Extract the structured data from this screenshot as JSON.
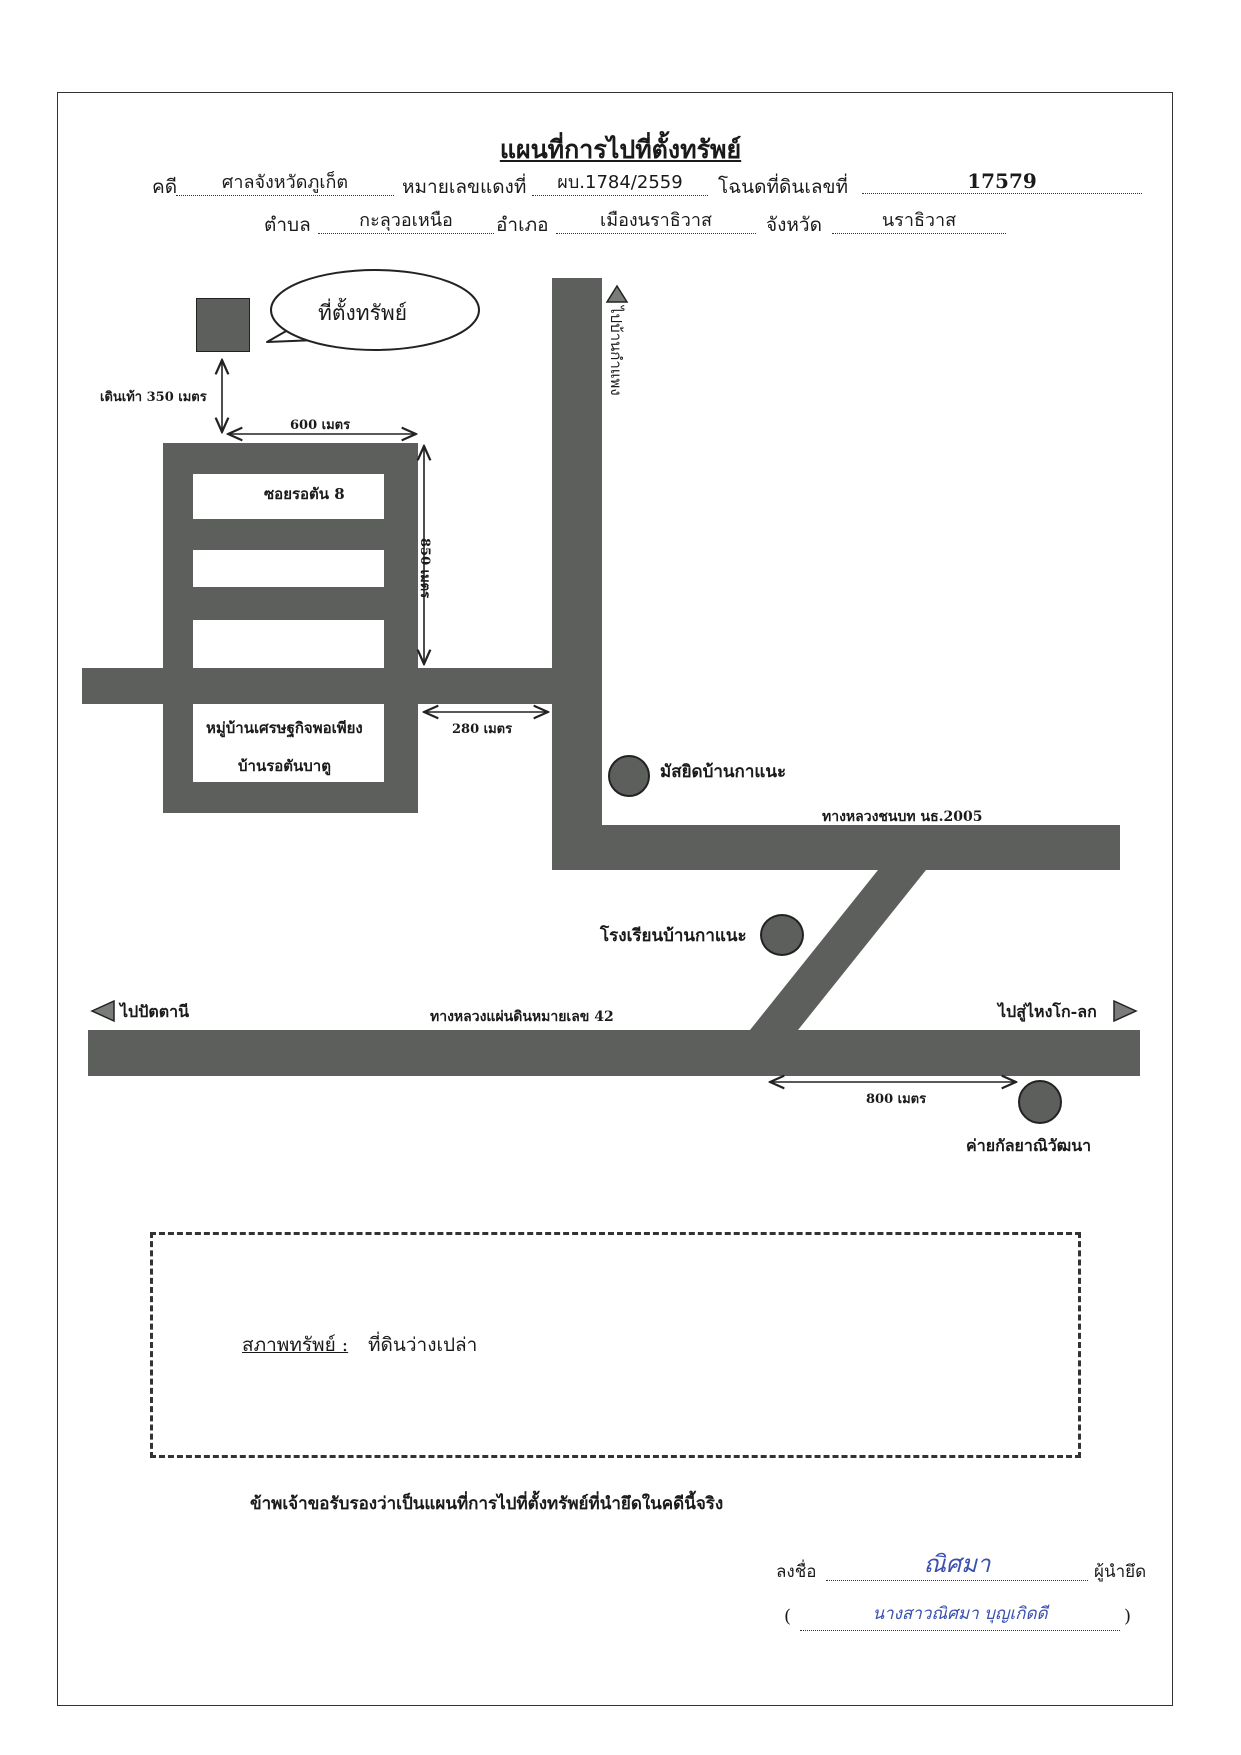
{
  "document": {
    "title": "แผนที่การไปที่ตั้งทรัพย์",
    "case_label": "คดี",
    "case_value": "ศาลจังหวัดภูเก็ต",
    "red_no_label": "หมายเลขแดงที่",
    "red_no_value": "ผบ.1784/2559",
    "deed_label": "โฉนดที่ดินเลขที่",
    "deed_value": "17579",
    "subdistrict_label": "ตำบล",
    "subdistrict_value": "กะลุวอเหนือ",
    "district_label": "อำเภอ",
    "district_value": "เมืองนราธิวาส",
    "province_label": "จังหวัด",
    "province_value": "นราธิวาส"
  },
  "map": {
    "property_bubble": "ที่ตั้งทรัพย์",
    "walk_label": "เดินเท้า 350 เมตร",
    "dist_600": "600 เมตร",
    "dist_850": "850 เมตร",
    "dist_280": "280 เมตร",
    "dist_800": "800 เมตร",
    "soi_label": "ซอยรอตัน 8",
    "village_line1": "หมู่บ้านเศรษฐกิจพอเพียง",
    "village_line2": "บ้านรอตันบาตู",
    "to_village_north": "ไปบ้านกำแพง",
    "mosque": "มัสยิดบ้านกาแนะ",
    "rural_road": "ทางหลวงชนบท นธ.2005",
    "school": "โรงเรียนบ้านกาแนะ",
    "to_pattani": "ไปปัตตานี",
    "highway": "ทางหลวงแผ่นดินหมายเลข 42",
    "to_sungai_kolok": "ไปสู่ไหงโก-ลก",
    "camp": "ค่ายกัลยาณิวัฒนา"
  },
  "condition": {
    "label": "สภาพทรัพย์ :",
    "value": "ที่ดินว่างเปล่า"
  },
  "certification": {
    "statement": "ข้าพเจ้าขอรับรองว่าเป็นแผนที่การไปที่ตั้งทรัพย์ที่นำยึดในคดีนี้จริง",
    "sign_label": "ลงชื่อ",
    "signature": "ณิศมา",
    "role": "ผู้นำยึด",
    "open_paren": "(",
    "signer_name": "นางสาวณิศมา   บุญเกิดดี",
    "close_paren": ")"
  },
  "colors": {
    "road": "#5d5f5c",
    "ink": "#1a1a1a",
    "signature_ink": "#3a4fb0"
  }
}
